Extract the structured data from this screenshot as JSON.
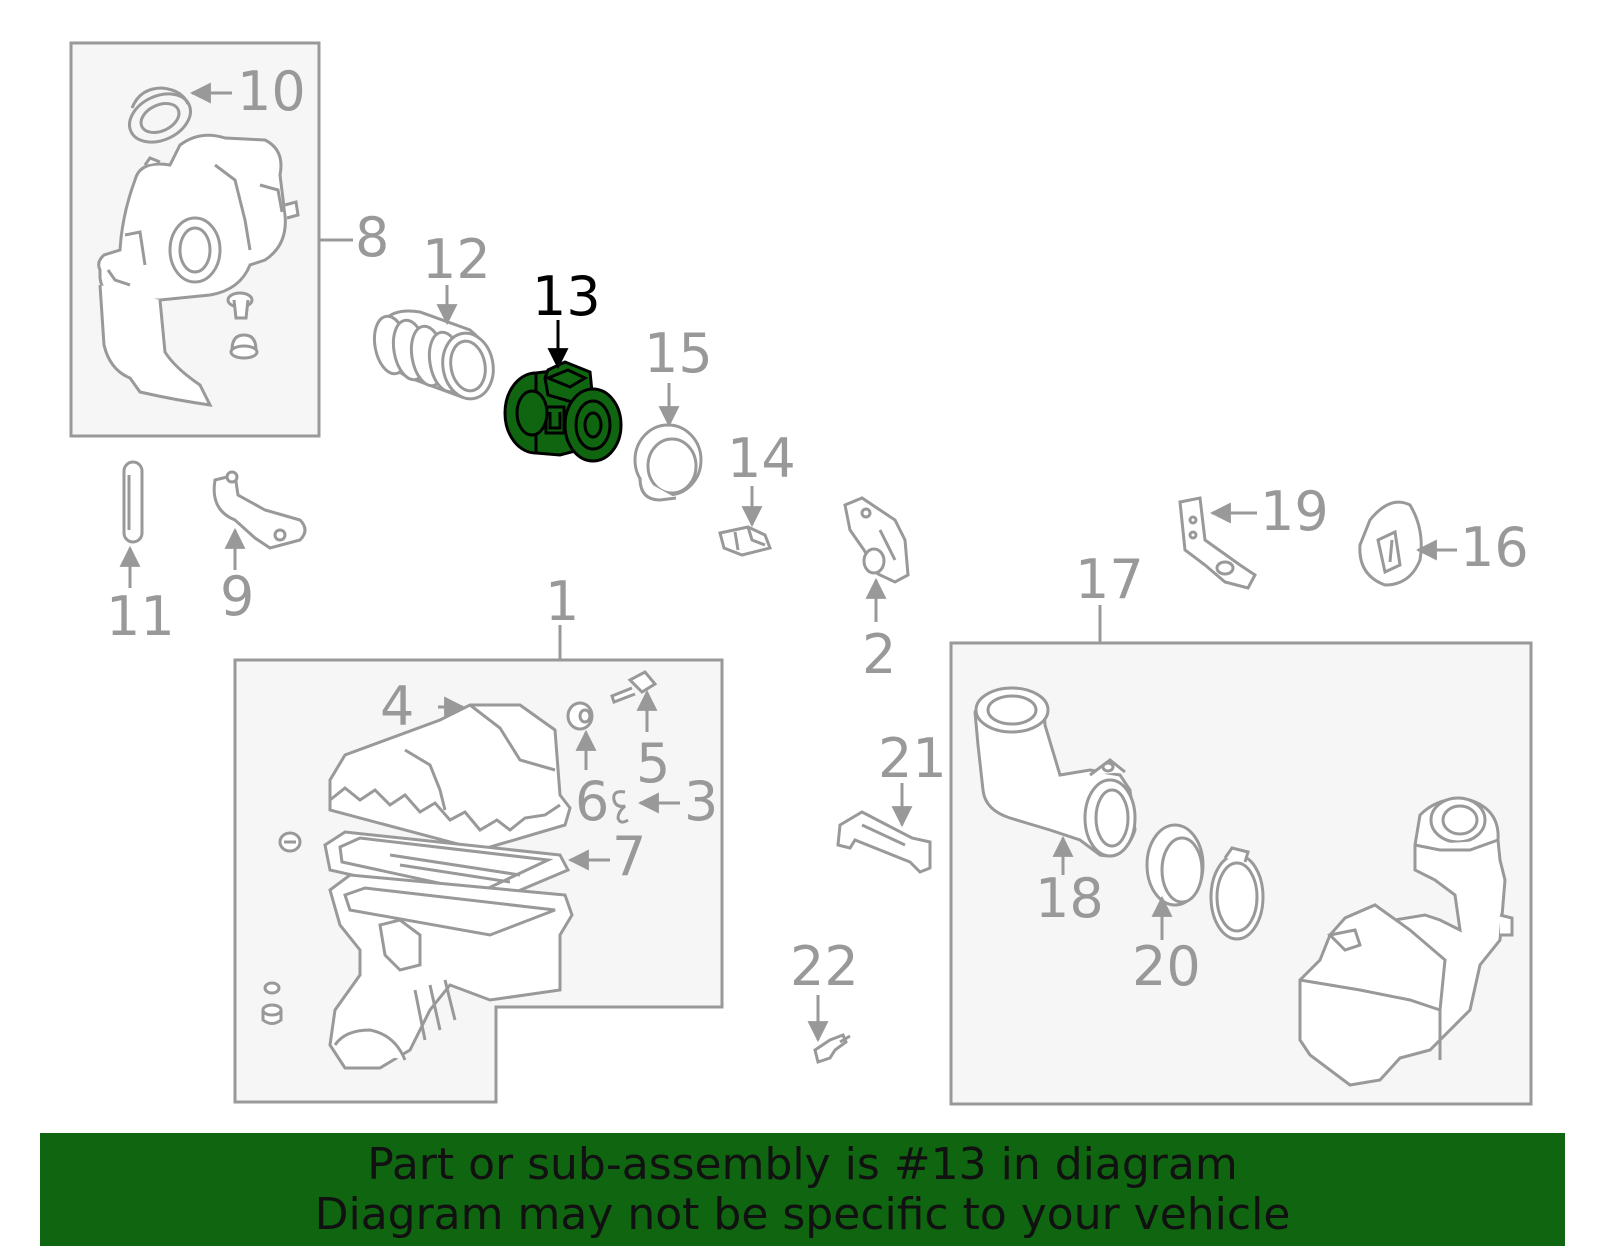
{
  "colors": {
    "background": "#ffffff",
    "panel_fill": "#f6f6f6",
    "line_gray": "#999999",
    "highlight_fill": "#106510",
    "highlight_text": "#000000",
    "banner_fill": "#106510",
    "banner_text": "#111111"
  },
  "highlighted_part": "13",
  "callouts": {
    "p1": "1",
    "p2": "2",
    "p3": "3",
    "p4": "4",
    "p5": "5",
    "p6": "6",
    "p7": "7",
    "p8": "8",
    "p9": "9",
    "p10": "10",
    "p11": "11",
    "p12": "12",
    "p13": "13",
    "p14": "14",
    "p15": "15",
    "p16": "16",
    "p17": "17",
    "p18": "18",
    "p19": "19",
    "p20": "20",
    "p21": "21",
    "p22": "22"
  },
  "banner": {
    "line1": "Part or sub-assembly is #13 in diagram",
    "line2": "Diagram may not be specific to your vehicle"
  }
}
